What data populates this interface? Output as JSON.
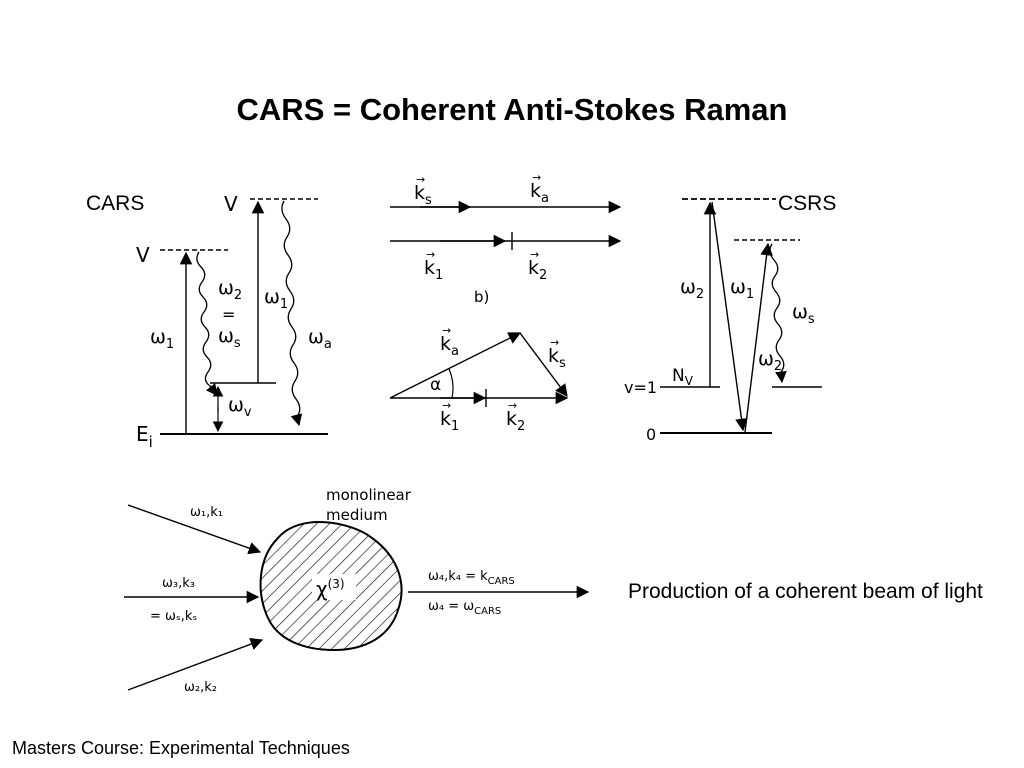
{
  "slide": {
    "title": "CARS = Coherent Anti-Stokes Raman",
    "label_cars": "CARS",
    "label_csrs": "CSRS",
    "caption": "Production of a coherent beam of light",
    "footer": "Masters Course: Experimental Techniques"
  },
  "cars_diagram": {
    "level_v": "V",
    "level_ei": "E",
    "level_ei_sub": "i",
    "omega1": "ω",
    "omega1_sub": "1",
    "omega2": "ω",
    "omega2_sub": "2",
    "equals": "=",
    "omega_s": "ω",
    "omega_s_sub": "s",
    "omega_v": "ω",
    "omega_v_sub": "v",
    "omega_a": "ω",
    "omega_a_sub": "a"
  },
  "wavevector_diagram": {
    "ks": "k",
    "ks_sub": "s",
    "ka": "k",
    "ka_sub": "a",
    "k1": "k",
    "k1_sub": "1",
    "k2": "k",
    "k2_sub": "2",
    "part_b": "b)",
    "alpha": "α"
  },
  "csrs_diagram": {
    "omega2": "ω",
    "omega2_sub": "2",
    "omega1": "ω",
    "omega1_sub": "1",
    "omega_s": "ω",
    "omega_s_sub": "s",
    "nv": "N",
    "nv_sub": "V",
    "v1": "v=1",
    "zero": "0"
  },
  "medium_diagram": {
    "medium_label_1": "monolinear",
    "medium_label_2": "medium",
    "chi": "χ",
    "chi_sup": "(3)",
    "in1_label": "ω₁,k₁",
    "in3_label_top": "ω₃,k₃",
    "in3_label_bottom": "= ωₛ,kₛ",
    "in2_label": "ω₂,k₂",
    "out_label_top": "ω₄,k₄ = k",
    "out_label_top_sub": "CARS",
    "out_label_bottom": "ω₄ = ω",
    "out_label_bottom_sub": "CARS"
  }
}
